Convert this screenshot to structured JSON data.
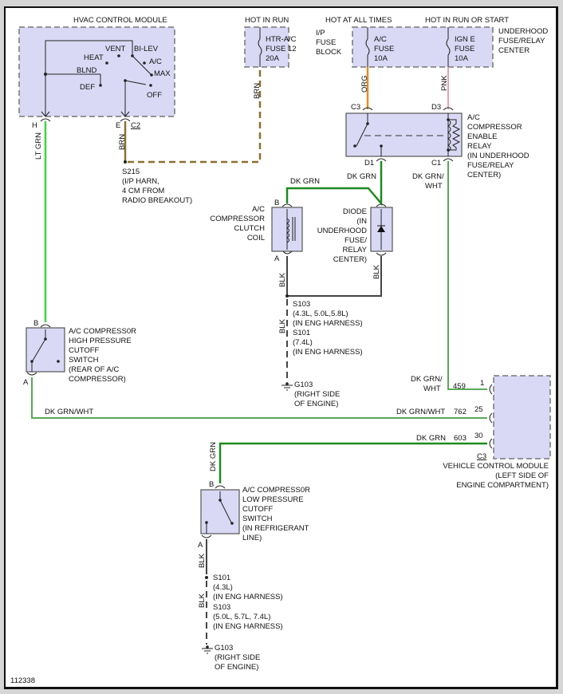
{
  "diagram": {
    "figure_id": "112338",
    "colors": {
      "module_fill": "#d9d9f5",
      "lt_grn": "#3fd43f",
      "dk_grn": "#1f8a1f",
      "dk_grn_wht": "#5aa85a",
      "brn": "#8a7030",
      "org": "#e09020",
      "pnk": "#e8a0b0",
      "blk": "#444444"
    },
    "hvac": {
      "title": "HVAC CONTROL MODULE",
      "modes": [
        "VENT",
        "BI-LEV",
        "HEAT",
        "A/C",
        "BLND",
        "MAX",
        "DEF",
        "OFF"
      ],
      "pin_h": "H",
      "pin_e": "E",
      "connector": "C2"
    },
    "power": {
      "hot_in_run": "HOT IN RUN",
      "hot_all_times": "HOT AT ALL TIMES",
      "hot_run_start": "HOT IN RUN OR START",
      "ip_fuse": [
        "HTR-A/C",
        "FUSE 12",
        "20A"
      ],
      "ip_block": [
        "I/P",
        "FUSE",
        "BLOCK"
      ],
      "ac_fuse": [
        "A/C",
        "FUSE",
        "10A"
      ],
      "igne_fuse": [
        "IGN E",
        "FUSE",
        "10A"
      ],
      "underhood": [
        "UNDERHOOD",
        "FUSE/RELAY",
        "CENTER"
      ]
    },
    "wires": {
      "lt_grn": "LT GRN",
      "brn": "BRN",
      "org": "ORG",
      "pnk": "PNK",
      "dk_grn": "DK GRN",
      "dk_grn_wht": "DK GRN/WHT",
      "dk_grn_wht_split": [
        "DK GRN/",
        "WHT"
      ],
      "blk": "BLK"
    },
    "relay": {
      "lines": [
        "A/C",
        "COMPRESSOR",
        "ENABLE",
        "RELAY",
        "(IN UNDERHOOD",
        "FUSE/RELAY",
        "CENTER)"
      ],
      "pin_c3": "C3",
      "pin_d3": "D3",
      "pin_d1": "D1",
      "pin_c1": "C1"
    },
    "s215": [
      "S215",
      "(I/P HARN,",
      "4 CM FROM",
      "RADIO BREAKOUT)"
    ],
    "clutch": {
      "lines": [
        "A/C",
        "COMPRESSOR",
        "CLUTCH",
        "COIL"
      ],
      "pin_b": "B",
      "pin_a": "A"
    },
    "diode": {
      "lines": [
        "DIODE",
        "(IN",
        "UNDERHOOD",
        "FUSE/",
        "RELAY",
        "CENTER)"
      ]
    },
    "splice_upper": [
      "S103",
      "(4.3L, 5.0L,5.8L)",
      "(IN ENG HARNESS)",
      "S101",
      "(7.4L)",
      "(IN ENG HARNESS)"
    ],
    "ground_upper": [
      "G103",
      "(RIGHT SIDE",
      "OF ENGINE)"
    ],
    "high_switch": {
      "lines": [
        "A/C COMPRESS0R",
        "HIGH PRESSURE",
        "CUTOFF",
        "SWITCH",
        "(REAR OF A/C",
        "COMPRESSOR)"
      ],
      "pin_b": "B",
      "pin_a": "A"
    },
    "vcm": {
      "circuits": [
        {
          "wire": "DK GRN/WHT",
          "circuit": "459",
          "pin": "1"
        },
        {
          "wire": "DK GRN/WHT",
          "circuit": "762",
          "pin": "25"
        },
        {
          "wire": "DK GRN",
          "circuit": "603",
          "pin": "30"
        }
      ],
      "connector": "C3",
      "lines": [
        "VEHICLE CONTROL MODULE",
        "(LEFT SIDE OF",
        "ENGINE COMPARTMENT)"
      ]
    },
    "low_switch": {
      "lines": [
        "A/C COMPRESS0R",
        "LOW PRESSURE",
        "CUTOFF",
        "SWITCH",
        "(IN REFRIGERANT",
        "LINE)"
      ],
      "pin_b": "B",
      "pin_a": "A"
    },
    "splice_lower": [
      "S101",
      "(4.3L)",
      "(IN ENG HARNESS)",
      "S103",
      "(5.0L, 5.7L, 7.4L)",
      "(IN ENG HARNESS)"
    ],
    "ground_lower": [
      "G103",
      "(RIGHT SIDE",
      "OF ENGINE)"
    ]
  }
}
